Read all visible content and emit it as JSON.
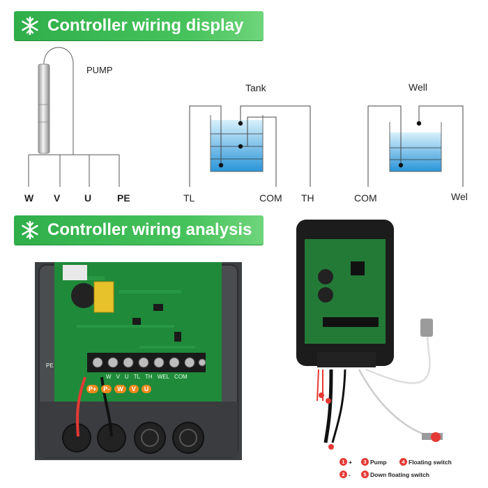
{
  "banners": {
    "top": "Controller wiring display",
    "middle": "Controller wiring analysis"
  },
  "pump": {
    "label": "PUMP",
    "terminals": [
      "W",
      "V",
      "U",
      "PE"
    ]
  },
  "tank": {
    "label": "Tank",
    "terminals": [
      "TL",
      "COM",
      "TH"
    ]
  },
  "well": {
    "label": "Well",
    "terminals": [
      "COM",
      "Wel"
    ]
  },
  "board_labels": {
    "terminal_tags": [
      "P+",
      "P-",
      "W",
      "V",
      "U"
    ],
    "row": [
      "W",
      "V",
      "U",
      "TL",
      "TH",
      "WEL",
      "COM"
    ],
    "pe": "PE"
  },
  "legend": [
    {
      "num": "1",
      "text": "+"
    },
    {
      "num": "2",
      "text": "-"
    },
    {
      "num": "3",
      "text": "Pump"
    },
    {
      "num": "4",
      "text": "Floating switch"
    },
    {
      "num": "5",
      "text": "Down floating switch"
    }
  ],
  "colors": {
    "banner_green": "#3dbb55",
    "water_blue": "#3aa0dd",
    "pcb_green": "#1f8a3a",
    "tag_orange": "#f08a1c",
    "legend_red": "#e53935"
  }
}
